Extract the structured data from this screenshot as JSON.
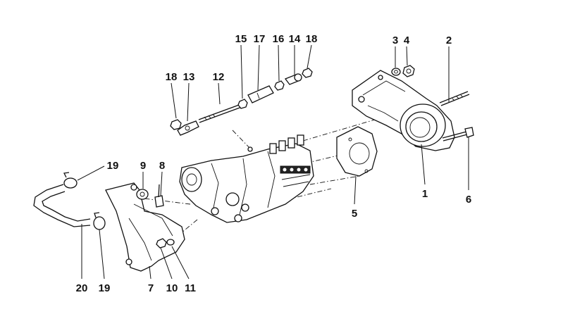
{
  "diagram": {
    "labels": [
      {
        "key": "1",
        "text": "1"
      },
      {
        "key": "2",
        "text": "2"
      },
      {
        "key": "3",
        "text": "3"
      },
      {
        "key": "4",
        "text": "4"
      },
      {
        "key": "5",
        "text": "5"
      },
      {
        "key": "6",
        "text": "6"
      },
      {
        "key": "7",
        "text": "7"
      },
      {
        "key": "8",
        "text": "8"
      },
      {
        "key": "9",
        "text": "9"
      },
      {
        "key": "10",
        "text": "10"
      },
      {
        "key": "11",
        "text": "11"
      },
      {
        "key": "12",
        "text": "12"
      },
      {
        "key": "13",
        "text": "13"
      },
      {
        "key": "14",
        "text": "14"
      },
      {
        "key": "15",
        "text": "15"
      },
      {
        "key": "16",
        "text": "16"
      },
      {
        "key": "17",
        "text": "17"
      },
      {
        "key": "18a",
        "text": "18"
      },
      {
        "key": "18b",
        "text": "18"
      },
      {
        "key": "19a",
        "text": "19"
      },
      {
        "key": "19b",
        "text": "19"
      },
      {
        "key": "20",
        "text": "20"
      }
    ]
  }
}
